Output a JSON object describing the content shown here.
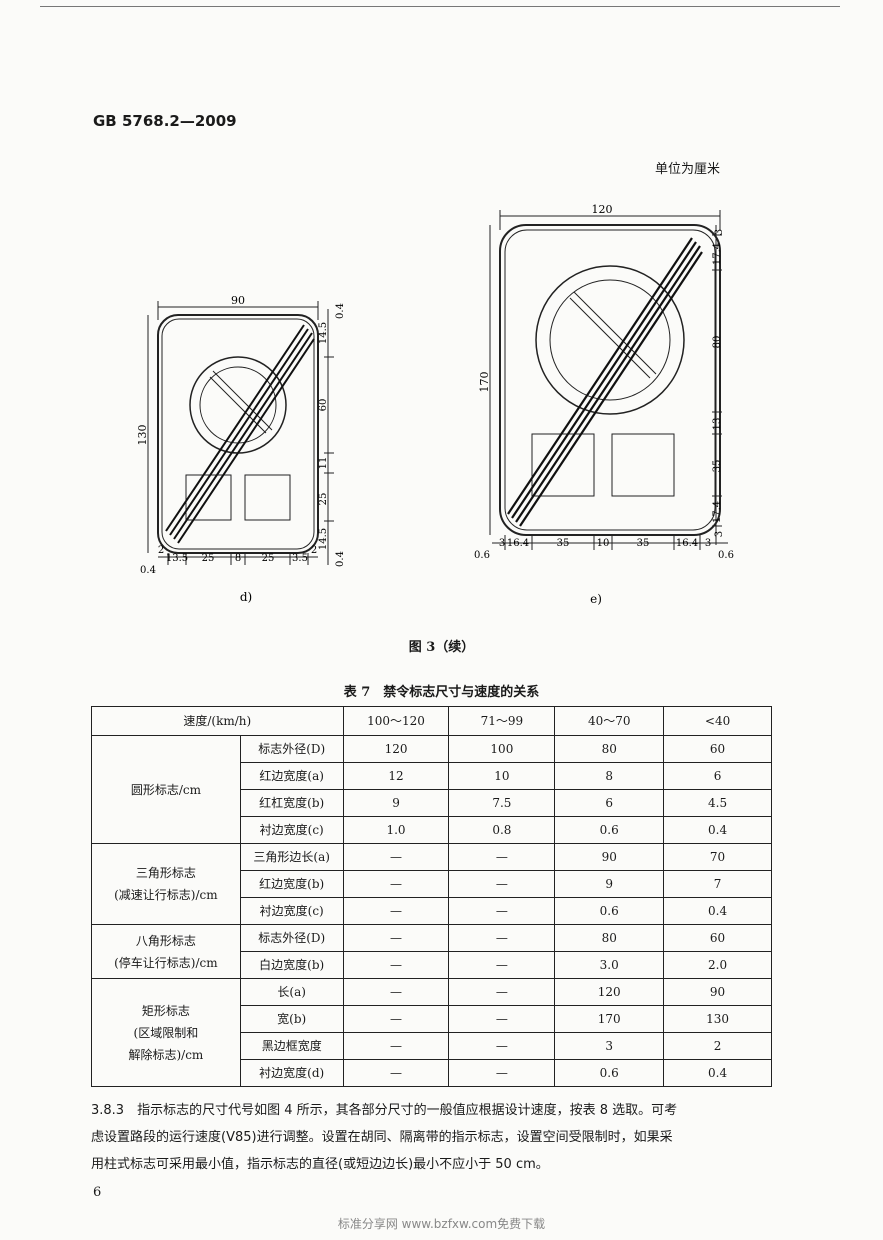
{
  "header": {
    "standard": "GB 5768.2—2009"
  },
  "unit_note": "单位为厘米",
  "figure": {
    "caption": "图 3（续）",
    "d": {
      "label": "d)",
      "dims": {
        "width": "90",
        "height": "130",
        "top_border": "0.4",
        "top_dist": "14.5",
        "circle": "60",
        "gap": "11",
        "square": "25",
        "bottom_dist": "14.5",
        "bottom_border": "0.4",
        "bottom_sq": "25",
        "bottom_gap": "8",
        "side": "13.5",
        "side_r": "3.5",
        "edge_l": "2",
        "edge_r": "2",
        "corner": "0.4"
      }
    },
    "e": {
      "label": "e)",
      "dims": {
        "width": "120",
        "height": "170",
        "top_edge": "3",
        "top_dist": "17.4",
        "circle": "80",
        "gap": "13",
        "square": "35",
        "bottom_dist": "17.4",
        "bottom_edge": "3",
        "bottom_sq": "35",
        "bottom_gap": "10",
        "side": "16.4",
        "edge": "3",
        "margin": "0.6"
      }
    }
  },
  "table": {
    "title": "表 7　禁令标志尺寸与速度的关系",
    "header": [
      "速度/(km/h)",
      "100～120",
      "71～99",
      "40～70",
      "<40"
    ],
    "groups": [
      {
        "name_lines": [
          "圆形标志/cm"
        ],
        "rows": [
          {
            "item": "标志外径(D)",
            "values": [
              "120",
              "100",
              "80",
              "60"
            ]
          },
          {
            "item": "红边宽度(a)",
            "values": [
              "12",
              "10",
              "8",
              "6"
            ]
          },
          {
            "item": "红杠宽度(b)",
            "values": [
              "9",
              "7.5",
              "6",
              "4.5"
            ]
          },
          {
            "item": "衬边宽度(c)",
            "values": [
              "1.0",
              "0.8",
              "0.6",
              "0.4"
            ]
          }
        ]
      },
      {
        "name_lines": [
          "三角形标志",
          "(减速让行标志)/cm"
        ],
        "rows": [
          {
            "item": "三角形边长(a)",
            "values": [
              "—",
              "—",
              "90",
              "70"
            ]
          },
          {
            "item": "红边宽度(b)",
            "values": [
              "—",
              "—",
              "9",
              "7"
            ]
          },
          {
            "item": "衬边宽度(c)",
            "values": [
              "—",
              "—",
              "0.6",
              "0.4"
            ]
          }
        ]
      },
      {
        "name_lines": [
          "八角形标志",
          "(停车让行标志)/cm"
        ],
        "rows": [
          {
            "item": "标志外径(D)",
            "values": [
              "—",
              "—",
              "80",
              "60"
            ]
          },
          {
            "item": "白边宽度(b)",
            "values": [
              "—",
              "—",
              "3.0",
              "2.0"
            ]
          }
        ]
      },
      {
        "name_lines": [
          "矩形标志",
          "(区域限制和",
          "解除标志)/cm"
        ],
        "rows": [
          {
            "item": "长(a)",
            "values": [
              "—",
              "—",
              "120",
              "90"
            ]
          },
          {
            "item": "宽(b)",
            "values": [
              "—",
              "—",
              "170",
              "130"
            ]
          },
          {
            "item": "黑边框宽度",
            "values": [
              "—",
              "—",
              "3",
              "2"
            ]
          },
          {
            "item": "衬边宽度(d)",
            "values": [
              "—",
              "—",
              "0.6",
              "0.4"
            ]
          }
        ]
      }
    ]
  },
  "paragraph": {
    "lines": [
      "3.8.3　指示标志的尺寸代号如图 4 所示，其各部分尺寸的一般值应根据设计速度，按表 8 选取。可考",
      "虑设置路段的运行速度(V85)进行调整。设置在胡同、隔离带的指示标志，设置空间受限制时，如果采",
      "用柱式标志可采用最小值，指示标志的直径(或短边边长)最小不应小于 50 cm。"
    ]
  },
  "page_number": "6",
  "footer": "标准分享网 www.bzfxw.com免费下载"
}
